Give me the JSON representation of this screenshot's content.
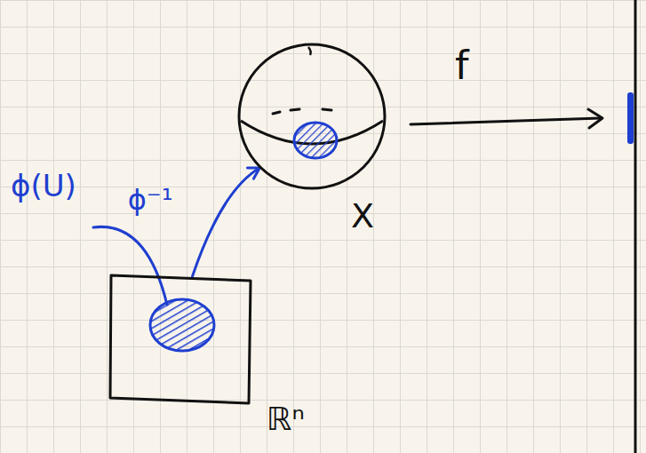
{
  "diagram": {
    "nodes": [
      {
        "text": [
          "X"
        ]
      },
      {
        "text": [
          "ℝⁿ"
        ]
      }
    ],
    "edges": [
      {
        "from": 1,
        "to": 0,
        "arrow": "to",
        "label": "ϕ⁻¹"
      }
    ],
    "labels": [
      "ϕ(U)",
      "f"
    ]
  }
}
